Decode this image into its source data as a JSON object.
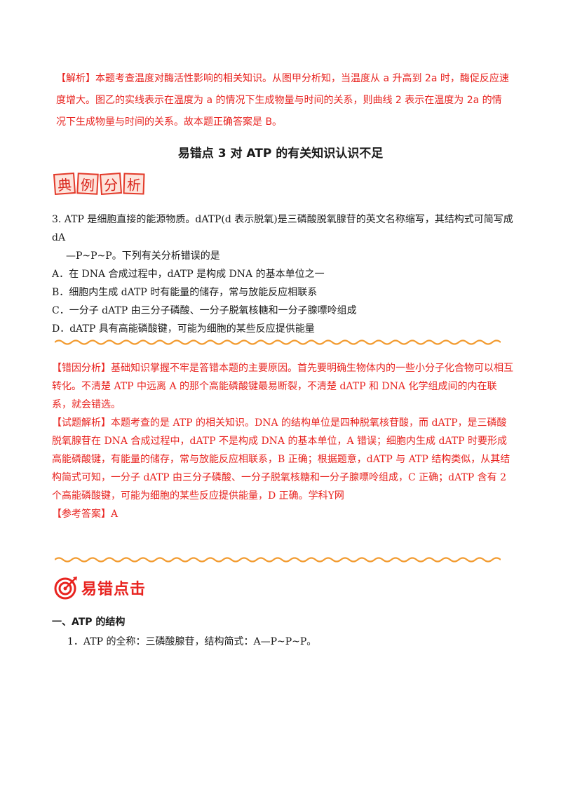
{
  "top_analysis": {
    "text": "【解析】本题考查温度对酶活性影响的相关知识。从图甲分析知，当温度从 a 升高到 2a 时，酶促反应速度增大。图乙的实线表示在温度为 a 的情况下生成物量与时间的关系，则曲线 2 表示在温度为 2a 的情况下生成物量与时间的关系。故本题正确答案是 B。"
  },
  "section_title": "易错点 3  对 ATP 的有关知识认识不足",
  "tiles": [
    "典",
    "例",
    "分",
    "析"
  ],
  "question": {
    "stem_1": "3. ATP 是细胞直接的能源物质。dATP(d 表示脱氧)是三磷酸脱氧腺苷的英文名称缩写，其结构式可简写成 dA",
    "stem_2": "—P~P~P。下列有关分析错误的是",
    "options": [
      "A．在 DNA 合成过程中，dATP 是构成 DNA 的基本单位之一",
      "B．细胞内生成 dATP 时有能量的储存，常与放能反应相联系",
      "C．一分子 dATP 由三分子磷酸、一分子脱氧核糖和一分子腺嘌呤组成",
      "D．dATP 具有高能磷酸键，可能为细胞的某些反应提供能量"
    ]
  },
  "error_analysis": {
    "text": "【错因分析】基础知识掌握不牢是答错本题的主要原因。首先要明确生物体内的一些小分子化合物可以相互转化。不清楚 ATP 中远离 A 的那个高能磷酸键最易断裂，不清楚 dATP 和 DNA 化学组成间的内在联系，就会错选。"
  },
  "detailed_analysis": {
    "text": "【试题解析】本题考查的是 ATP 的相关知识。DNA 的结构单位是四种脱氧核苷酸，而 dATP，是三磷酸脱氧腺苷在 DNA 合成过程中，dATP 不是构成 DNA 的基本单位，A 错误；细胞内生成 dATP 时要形成高能磷酸键，有能量的储存，常与放能反应相联系，B 正确；根据题意，dATP 与 ATP 结构类似，从其结构简式可知，一分子 dATP 由三分子磷酸、一分子脱氧核糖和一分子腺嘌呤组成，C 正确；dATP 含有 2 个高能磷酸键，可能为细胞的某些反应提供能量，D 正确。学科Y网"
  },
  "answer": {
    "text": "【参考答案】A"
  },
  "logo": {
    "title": "易错点击"
  },
  "subsection": {
    "heading": "一、ATP 的结构"
  },
  "item_1": {
    "text": "1．ATP 的全称：三磷酸腺苷，结构简式：A—P~P~P。"
  },
  "colors": {
    "accent_red": "#e8231f",
    "wave_orange": "#f29a2e"
  }
}
